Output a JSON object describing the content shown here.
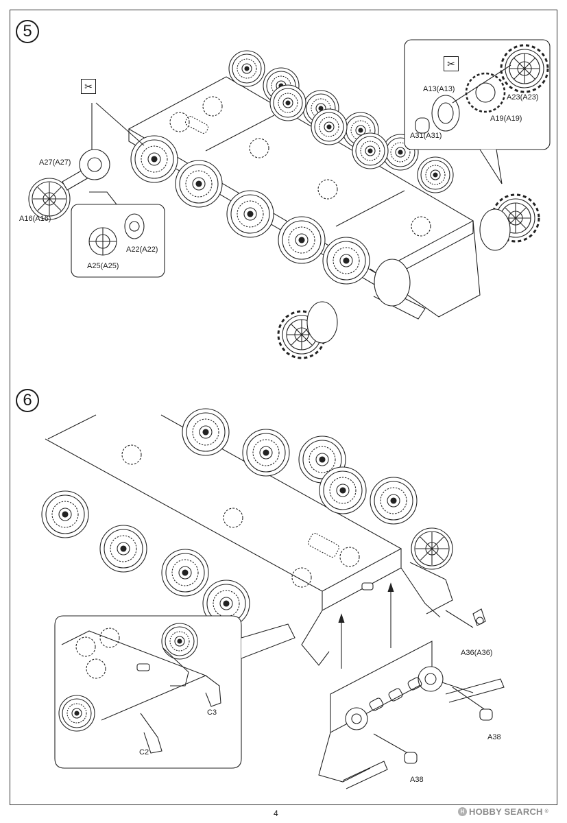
{
  "page": {
    "page_number": "4"
  },
  "watermark": {
    "logo_text": "H",
    "brand": "HOBBY SEARCH",
    "registered_mark": "®"
  },
  "icons": {
    "cutting_tool": "✂"
  },
  "step5": {
    "number": "5",
    "labels": {
      "a27": "A27(A27)",
      "a16": "A16(A16)",
      "a22": "A22(A22)",
      "a25": "A25(A25)",
      "a13": "A13(A13)",
      "a23": "A23(A23)",
      "a19": "A19(A19)",
      "a31": "A31(A31)"
    }
  },
  "step6": {
    "number": "6",
    "labels": {
      "a36": "A36(A36)",
      "a38_right": "A38",
      "a38_bottom": "A38",
      "c3": "C3",
      "c2": "C2"
    }
  }
}
